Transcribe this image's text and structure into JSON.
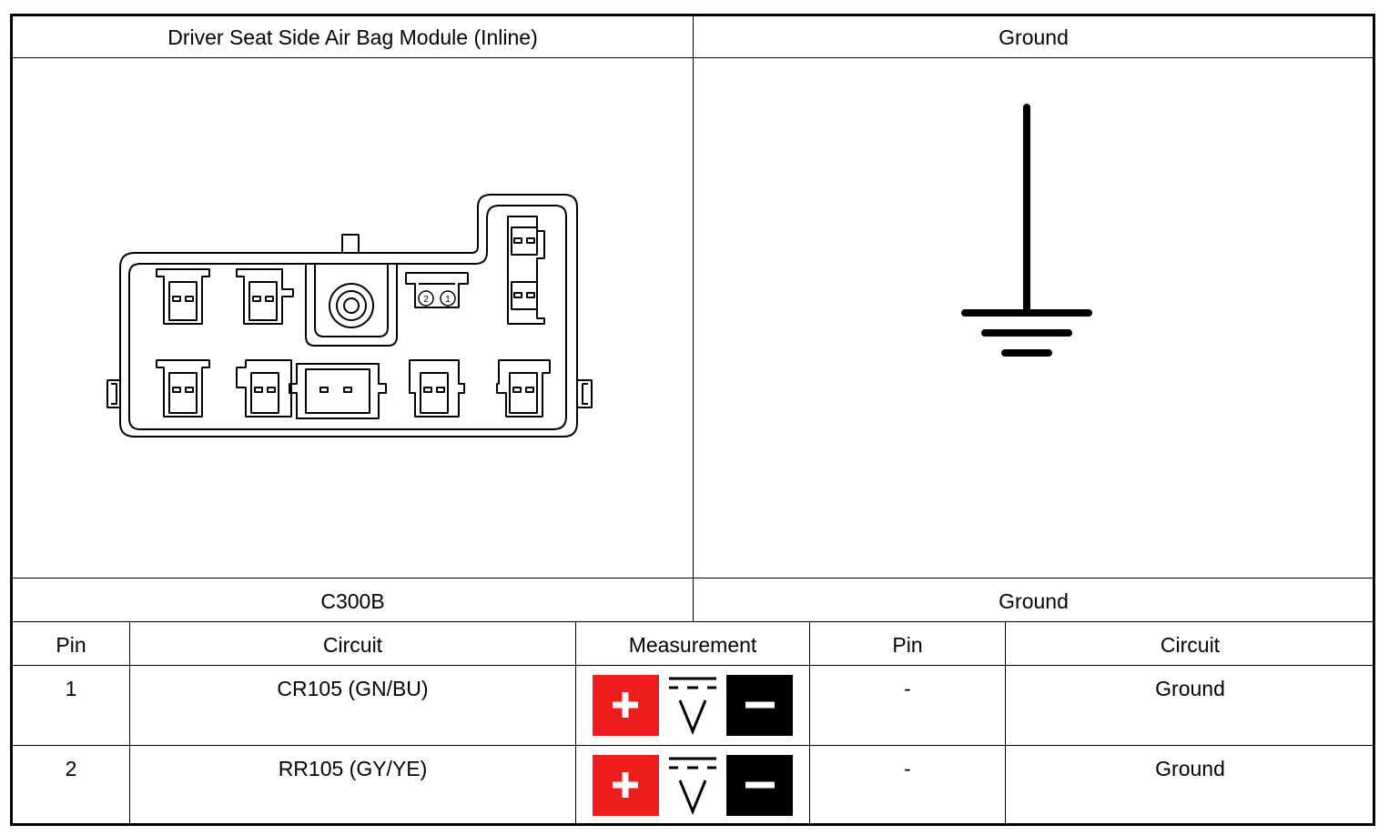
{
  "header": {
    "left_title": "Driver Seat Side Air Bag Module (Inline)",
    "right_title": "Ground"
  },
  "captions": {
    "left_connector": "C300B",
    "right_connector": "Ground"
  },
  "connector_drawing": {
    "cavity_labels": [
      "2",
      "1"
    ]
  },
  "table": {
    "headers": {
      "pin": "Pin",
      "circuit": "Circuit",
      "measurement": "Measurement",
      "pin2": "Pin",
      "circuit2": "Circuit"
    },
    "rows": [
      {
        "pin": "1",
        "circuit": "CR105 (GN/BU)",
        "measurement": "dc-voltage-positive-negative",
        "pin2": "-",
        "circuit2": "Ground"
      },
      {
        "pin": "2",
        "circuit": "RR105 (GY/YE)",
        "measurement": "dc-voltage-positive-negative",
        "pin2": "-",
        "circuit2": "Ground"
      }
    ]
  },
  "colors": {
    "positive_lead": "#ee1c1c",
    "negative_lead": "#000000",
    "lines": "#000000"
  },
  "icons": [
    "ground-symbol-icon",
    "dc-voltage-icon",
    "plus-icon",
    "minus-icon"
  ]
}
